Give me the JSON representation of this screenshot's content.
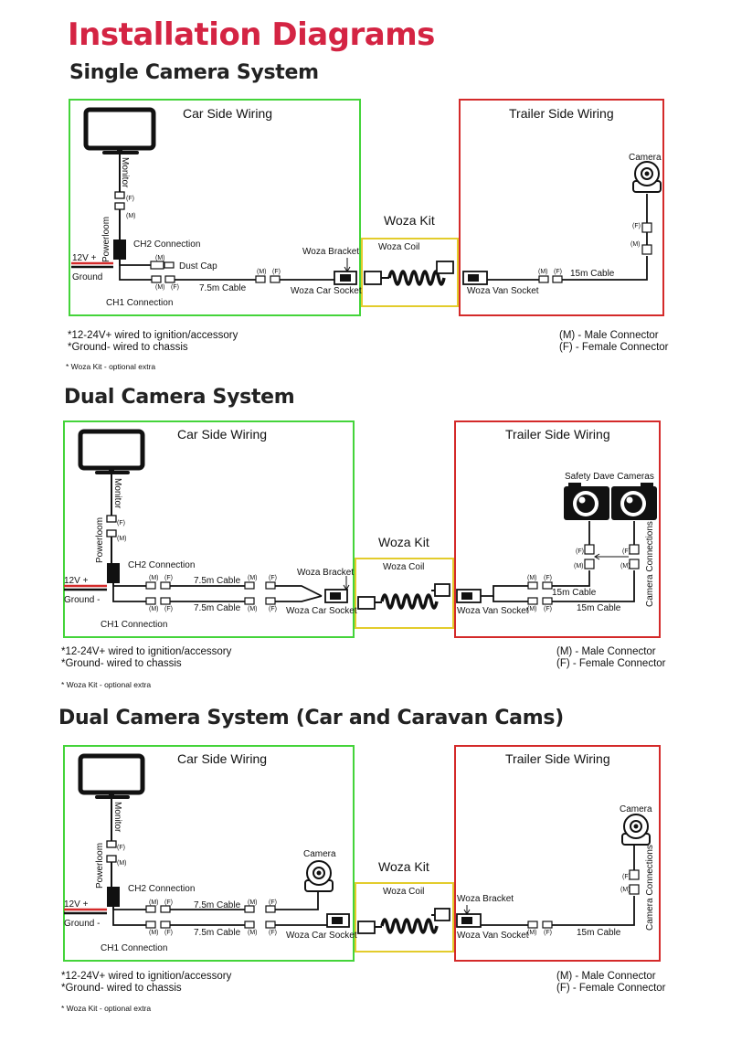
{
  "title": "Installation Diagrams",
  "sections": [
    {
      "heading": "Single Camera System",
      "car_side": "Car Side Wiring",
      "trailer_side": "Trailer Side Wiring",
      "woza_kit": "Woza Kit",
      "woza_coil": "Woza Coil",
      "monitor": "Monitor",
      "powerloom": "Powerloom",
      "ch2": "CH2 Connection",
      "ch1": "CH1 Connection",
      "v12": "12V +",
      "ground": "Ground",
      "dust_cap": "Dust Cap",
      "cable_75": "7.5m Cable",
      "cable_15": "15m Cable",
      "woza_bracket": "Woza Bracket",
      "woza_car_socket": "Woza Car Socket",
      "woza_van_socket": "Woza Van Socket",
      "camera": "Camera",
      "m": "(M)",
      "f": "(F)",
      "note1": "*12-24V+ wired to ignition/accessory",
      "note2": "*Ground- wired to chassis",
      "note3": "* Woza Kit - optional extra",
      "legend_m": "(M) - Male Connector",
      "legend_f": "(F) - Female Connector"
    },
    {
      "heading": "Dual Camera System",
      "car_side": "Car Side Wiring",
      "trailer_side": "Trailer Side Wiring",
      "woza_kit": "Woza Kit",
      "woza_coil": "Woza Coil",
      "monitor": "Monitor",
      "powerloom": "Powerloom",
      "ch2": "CH2 Connection",
      "ch1": "CH1 Connection",
      "v12": "12V +",
      "ground": "Ground -",
      "cable_75a": "7.5m Cable",
      "cable_75b": "7.5m Cable",
      "cable_15a": "15m Cable",
      "cable_15b": "15m Cable",
      "woza_bracket": "Woza Bracket",
      "woza_car_socket": "Woza Car Socket",
      "woza_van_socket": "Woza Van Socket",
      "safety_dave": "Safety Dave Cameras",
      "camera_connections": "Camera Connections",
      "m": "(M)",
      "f": "(F)",
      "note1": "*12-24V+ wired to ignition/accessory",
      "note2": "*Ground- wired to chassis",
      "note3": "* Woza Kit - optional extra",
      "legend_m": "(M) - Male Connector",
      "legend_f": "(F) - Female Connector"
    },
    {
      "heading": "Dual Camera System (Car and Caravan Cams)",
      "car_side": "Car Side Wiring",
      "trailer_side": "Trailer Side Wiring",
      "woza_kit": "Woza Kit",
      "woza_coil": "Woza Coil",
      "monitor": "Monitor",
      "powerloom": "Powerloom",
      "ch2": "CH2 Connection",
      "ch1": "CH1 Connection",
      "v12": "12V +",
      "ground": "Ground -",
      "cable_75a": "7.5m Cable",
      "cable_75b": "7.5m Cable",
      "cable_15": "15m Cable",
      "woza_bracket": "Woza Bracket",
      "woza_car_socket": "Woza Car Socket",
      "woza_van_socket": "Woza Van Socket",
      "camera": "Camera",
      "camera_trailer": "Camera",
      "camera_connections": "Camera Connections",
      "m": "(M)",
      "f": "(F)",
      "note1": "*12-24V+ wired to ignition/accessory",
      "note2": "*Ground- wired to chassis",
      "note3": "* Woza Kit - optional extra",
      "legend_m": "(M) - Male Connector",
      "legend_f": "(F) - Female Connector"
    }
  ]
}
